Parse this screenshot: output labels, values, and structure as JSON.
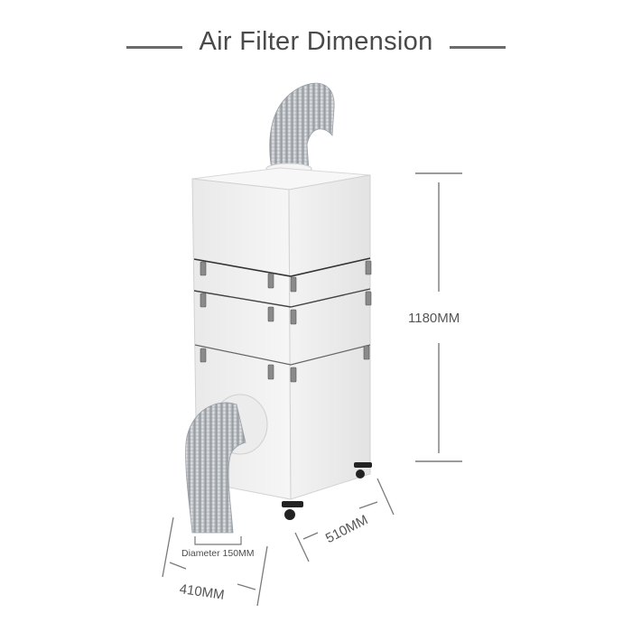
{
  "header": {
    "title": "Air Filter Dimension"
  },
  "product": {
    "name": "air-filter-unit",
    "color": "#eeeeee",
    "sections": 4,
    "features": [
      "top-exhaust-duct",
      "side-intake-duct",
      "toggle-latches",
      "caster-wheels"
    ]
  },
  "dimensions": {
    "height": "1180MM",
    "depth": "510MM",
    "width": "410MM",
    "duct_diameter": "Diameter 150MM"
  },
  "colors": {
    "title_text": "#4a4a4a",
    "dimension_lines": "#7a7a7a",
    "body_front": "#f2f2f2",
    "body_side": "#e4e4e4",
    "duct": "#bfc3c7"
  }
}
